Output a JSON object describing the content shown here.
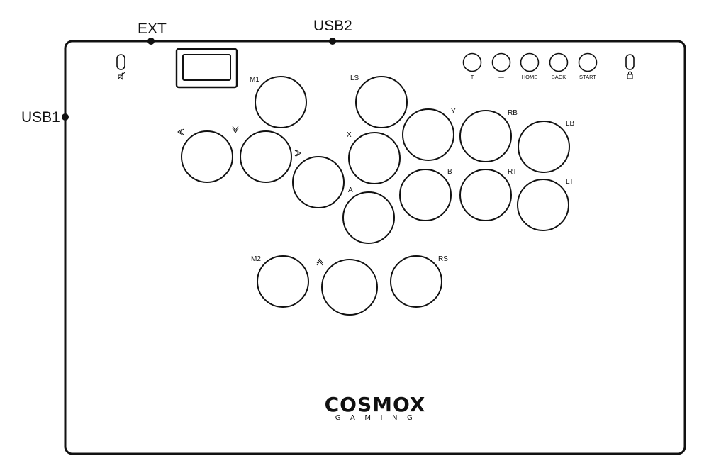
{
  "ports": {
    "ext": "EXT",
    "usb2": "USB2",
    "usb1": "USB1"
  },
  "top_buttons": [
    {
      "key": "turbo",
      "label": "T"
    },
    {
      "key": "minus",
      "label": "—"
    },
    {
      "key": "home",
      "label": "HOME"
    },
    {
      "key": "back",
      "label": "BACK"
    },
    {
      "key": "start",
      "label": "START"
    }
  ],
  "switches": {
    "left": {
      "icon": "mute-icon"
    },
    "right": {
      "icon": "lock-icon"
    }
  },
  "display": {
    "icon": "screen-window"
  },
  "buttons": [
    {
      "key": "m1",
      "label": "M1"
    },
    {
      "key": "ls",
      "label": "LS"
    },
    {
      "key": "left",
      "label": "",
      "icon": "arrow-left-icon"
    },
    {
      "key": "down",
      "label": "",
      "icon": "arrow-down-icon"
    },
    {
      "key": "right",
      "label": "",
      "icon": "arrow-right-icon"
    },
    {
      "key": "x",
      "label": "X"
    },
    {
      "key": "y",
      "label": "Y"
    },
    {
      "key": "rb",
      "label": "RB"
    },
    {
      "key": "lb",
      "label": "LB"
    },
    {
      "key": "a",
      "label": "A"
    },
    {
      "key": "b",
      "label": "B"
    },
    {
      "key": "rt",
      "label": "RT"
    },
    {
      "key": "lt",
      "label": "LT"
    },
    {
      "key": "m2",
      "label": "M2"
    },
    {
      "key": "up",
      "label": "",
      "icon": "arrow-up-icon"
    },
    {
      "key": "rs",
      "label": "RS"
    }
  ],
  "brand": {
    "name": "COSMOX",
    "sub": "GAMING"
  }
}
